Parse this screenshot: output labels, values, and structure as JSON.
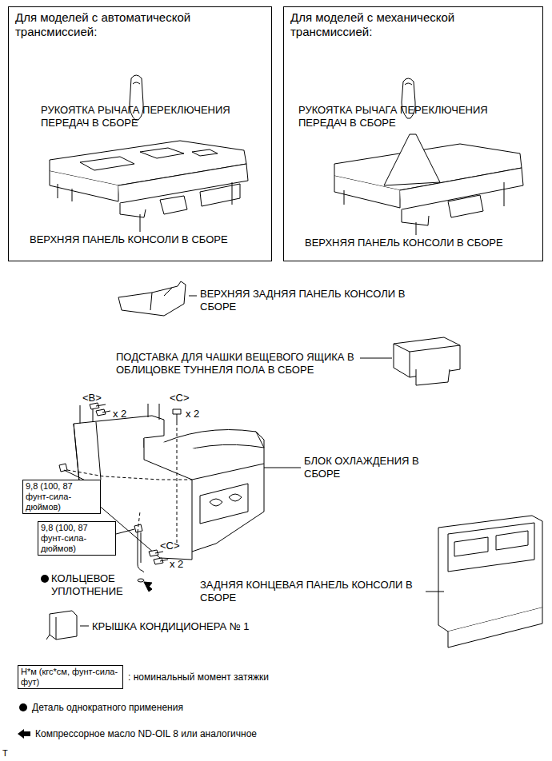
{
  "diagram": {
    "nodes": [
      {
        "text": [
          "Для моделей с автоматической трансмиссией:",
          "РУКОЯТКА РЫЧАГА ПЕРЕКЛЮЧЕНИЯ ПЕРЕДАЧ В СБОРЕ",
          "ВЕРХНЯЯ ПАНЕЛЬ КОНСОЛИ В СБОРЕ"
        ]
      },
      {
        "text": [
          "Для моделей с механической трансмиссией:",
          "РУКОЯТКА РЫЧАГА ПЕРЕКЛЮЧЕНИЯ ПЕРЕДАЧ В СБОРЕ",
          "ВЕРХНЯЯ ПАНЕЛЬ КОНСОЛИ В СБОРЕ"
        ]
      },
      {
        "text": [
          "9,8 (100, 87 фунт-сила-дюймов)"
        ]
      },
      {
        "text": [
          "9,8 (100, 87 фунт-сила-дюймов)"
        ]
      },
      {
        "text": [
          "Н*м (кгс*см, фунт-сила-фут)"
        ]
      }
    ],
    "labels": [
      "ВЕРХНЯЯ ЗАДНЯЯ ПАНЕЛЬ КОНСОЛИ В СБОРЕ",
      "ПОДСТАВКА ДЛЯ ЧАШКИ ВЕЩЕВОГО ЯЩИКА В ОБЛИЦОВКЕ ТУННЕЛЯ ПОЛА В СБОРЕ",
      "<B>",
      "x 2",
      "<C>",
      "x 2",
      "БЛОК ОХЛАЖДЕНИЯ В СБОРЕ",
      "<C>",
      "x 2",
      "КОЛЬЦЕВОЕ УПЛОТНЕНИЕ",
      "ЗАДНЯЯ КОНЦЕВАЯ ПАНЕЛЬ КОНСОЛИ В СБОРЕ",
      "КРЫШКА КОНДИЦИОНЕРА № 1",
      "T"
    ],
    "legend": [
      {
        "text": ": номинальный момент затяжки"
      },
      {
        "text": "Деталь однократного применения"
      },
      {
        "text": "Компрессорное масло ND-OIL 8 или аналогичное"
      }
    ]
  }
}
